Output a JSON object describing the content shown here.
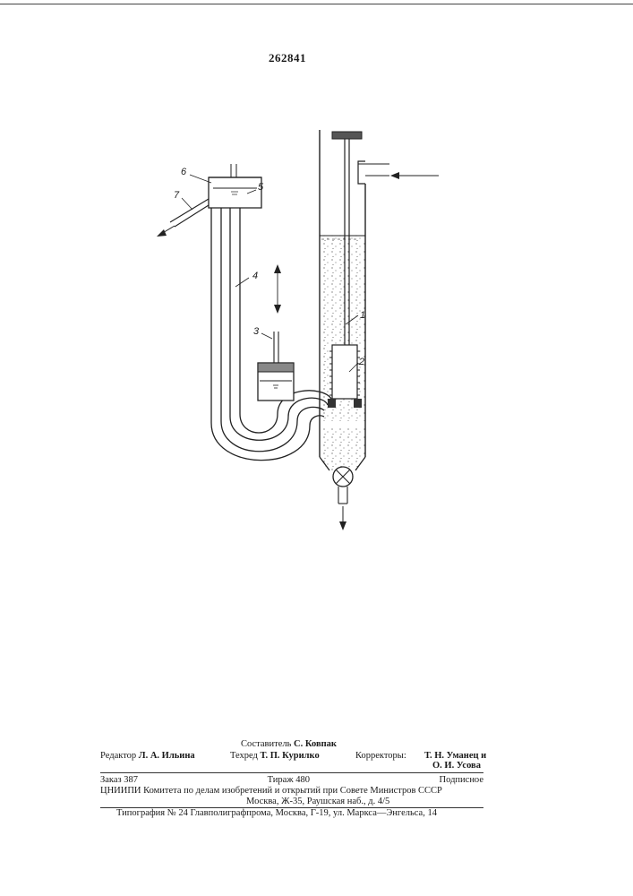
{
  "document": {
    "patent_number": "262841"
  },
  "drawing": {
    "labels": [
      "1",
      "2",
      "3",
      "4",
      "5",
      "6",
      "7"
    ]
  },
  "colophon": {
    "composer_label": "Составитель",
    "composer": "С. Ковпак",
    "editor_label": "Редактор",
    "editor": "Л. А. Ильина",
    "techred_label": "Техред",
    "techred": "Т. П. Курилко",
    "correctors_label": "Корректоры:",
    "corrector_1": "Т. Н. Уманец и",
    "corrector_2": "О. И. Усова",
    "order": "Заказ 387",
    "circulation": "Тираж 480",
    "subscription": "Подписное",
    "institute": "ЦНИИПИ Комитета по делам изобретений и открытий при Совете Министров СССР",
    "address": "Москва, Ж-35, Раушская наб., д. 4/5",
    "printer": "Типография № 24 Главполиграфпрома, Москва, Г-19, ул. Маркса—Энгельса, 14"
  }
}
